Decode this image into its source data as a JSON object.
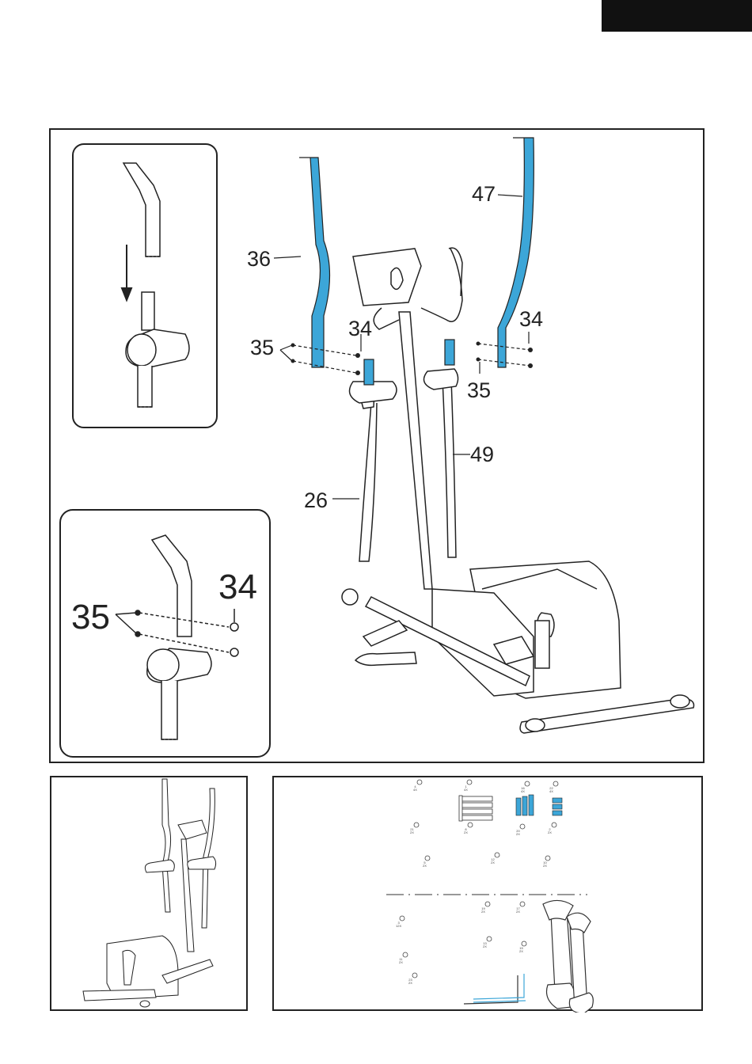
{
  "colors": {
    "accent": "#3ca6d8",
    "line": "#222222"
  },
  "callouts": {
    "p47": "47",
    "p36": "36",
    "p34_left": "34",
    "p34_right": "34",
    "p35_left": "35",
    "p35_right": "35",
    "p49": "49",
    "p26": "26",
    "detail_34": "34",
    "detail_35": "35"
  },
  "parts_list": {
    "p1": "4",
    "p1_qty": "4X",
    "p2": "1",
    "p2_qty": "4X",
    "p3": "16",
    "p3_qty": "4X",
    "p4": "22",
    "p4_qty": "4X",
    "p5": "21",
    "p5_qty": "2X",
    "p6": "8",
    "p6_qty": "2X",
    "p7": "20",
    "p7_qty": "2X",
    "p8": "2",
    "p8_qty": "2X",
    "p9": "5",
    "p9_qty": "2X",
    "p10": "12",
    "p10_qty": "2X",
    "p11": "10",
    "p11_qty": "2X",
    "p12": "19",
    "p12_qty": "2X",
    "p13": "17",
    "p13_qty": "2X",
    "p14": "3",
    "p14_qty": "12X",
    "p15": "13",
    "p15_qty": "2X",
    "p16": "15",
    "p16_qty": "2X",
    "p17": "11",
    "p17_qty": "2X",
    "p18": "23",
    "p18_qty": "2X"
  }
}
